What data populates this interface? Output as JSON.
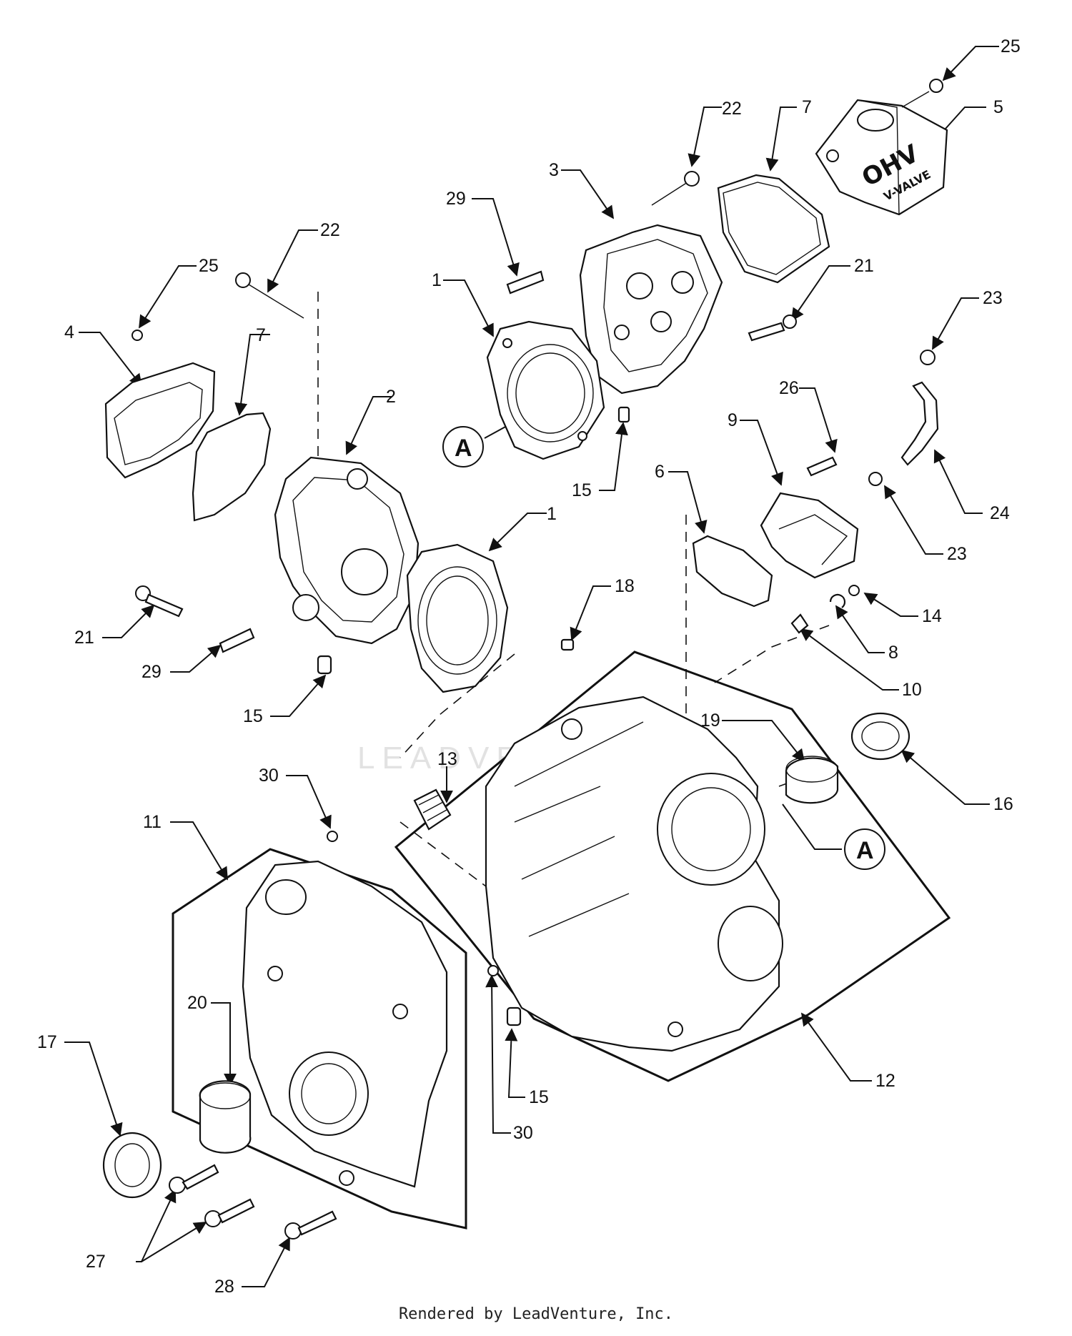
{
  "watermark": "LEADVENTURE",
  "footer": "Rendered by LeadVenture, Inc.",
  "logo": {
    "text": "OHV",
    "sub": "V-VALVE"
  },
  "reference_marks": [
    {
      "id": "ref-a-upper",
      "label": "A"
    },
    {
      "id": "ref-a-lower",
      "label": "A"
    }
  ],
  "callouts": [
    {
      "id": "c-25-top",
      "label": "25"
    },
    {
      "id": "c-5",
      "label": "5"
    },
    {
      "id": "c-22-top",
      "label": "22"
    },
    {
      "id": "c-7-top",
      "label": "7"
    },
    {
      "id": "c-3",
      "label": "3"
    },
    {
      "id": "c-29-top",
      "label": "29"
    },
    {
      "id": "c-1-top",
      "label": "1"
    },
    {
      "id": "c-21-right",
      "label": "21"
    },
    {
      "id": "c-23-top",
      "label": "23"
    },
    {
      "id": "c-22-left",
      "label": "22"
    },
    {
      "id": "c-25-left",
      "label": "25"
    },
    {
      "id": "c-4",
      "label": "4"
    },
    {
      "id": "c-7-left",
      "label": "7"
    },
    {
      "id": "c-2",
      "label": "2"
    },
    {
      "id": "c-15-top",
      "label": "15"
    },
    {
      "id": "c-26",
      "label": "26"
    },
    {
      "id": "c-9",
      "label": "9"
    },
    {
      "id": "c-6",
      "label": "6"
    },
    {
      "id": "c-24",
      "label": "24"
    },
    {
      "id": "c-23-right",
      "label": "23"
    },
    {
      "id": "c-1-mid",
      "label": "1"
    },
    {
      "id": "c-18",
      "label": "18"
    },
    {
      "id": "c-14",
      "label": "14"
    },
    {
      "id": "c-21-left",
      "label": "21"
    },
    {
      "id": "c-8",
      "label": "8"
    },
    {
      "id": "c-29-left",
      "label": "29"
    },
    {
      "id": "c-10",
      "label": "10"
    },
    {
      "id": "c-15-left",
      "label": "15"
    },
    {
      "id": "c-19",
      "label": "19"
    },
    {
      "id": "c-13",
      "label": "13"
    },
    {
      "id": "c-16",
      "label": "16"
    },
    {
      "id": "c-30-top",
      "label": "30"
    },
    {
      "id": "c-11",
      "label": "11"
    },
    {
      "id": "c-20",
      "label": "20"
    },
    {
      "id": "c-17",
      "label": "17"
    },
    {
      "id": "c-15-bottom",
      "label": "15"
    },
    {
      "id": "c-12",
      "label": "12"
    },
    {
      "id": "c-30-bottom",
      "label": "30"
    },
    {
      "id": "c-27",
      "label": "27"
    },
    {
      "id": "c-28",
      "label": "28"
    }
  ]
}
